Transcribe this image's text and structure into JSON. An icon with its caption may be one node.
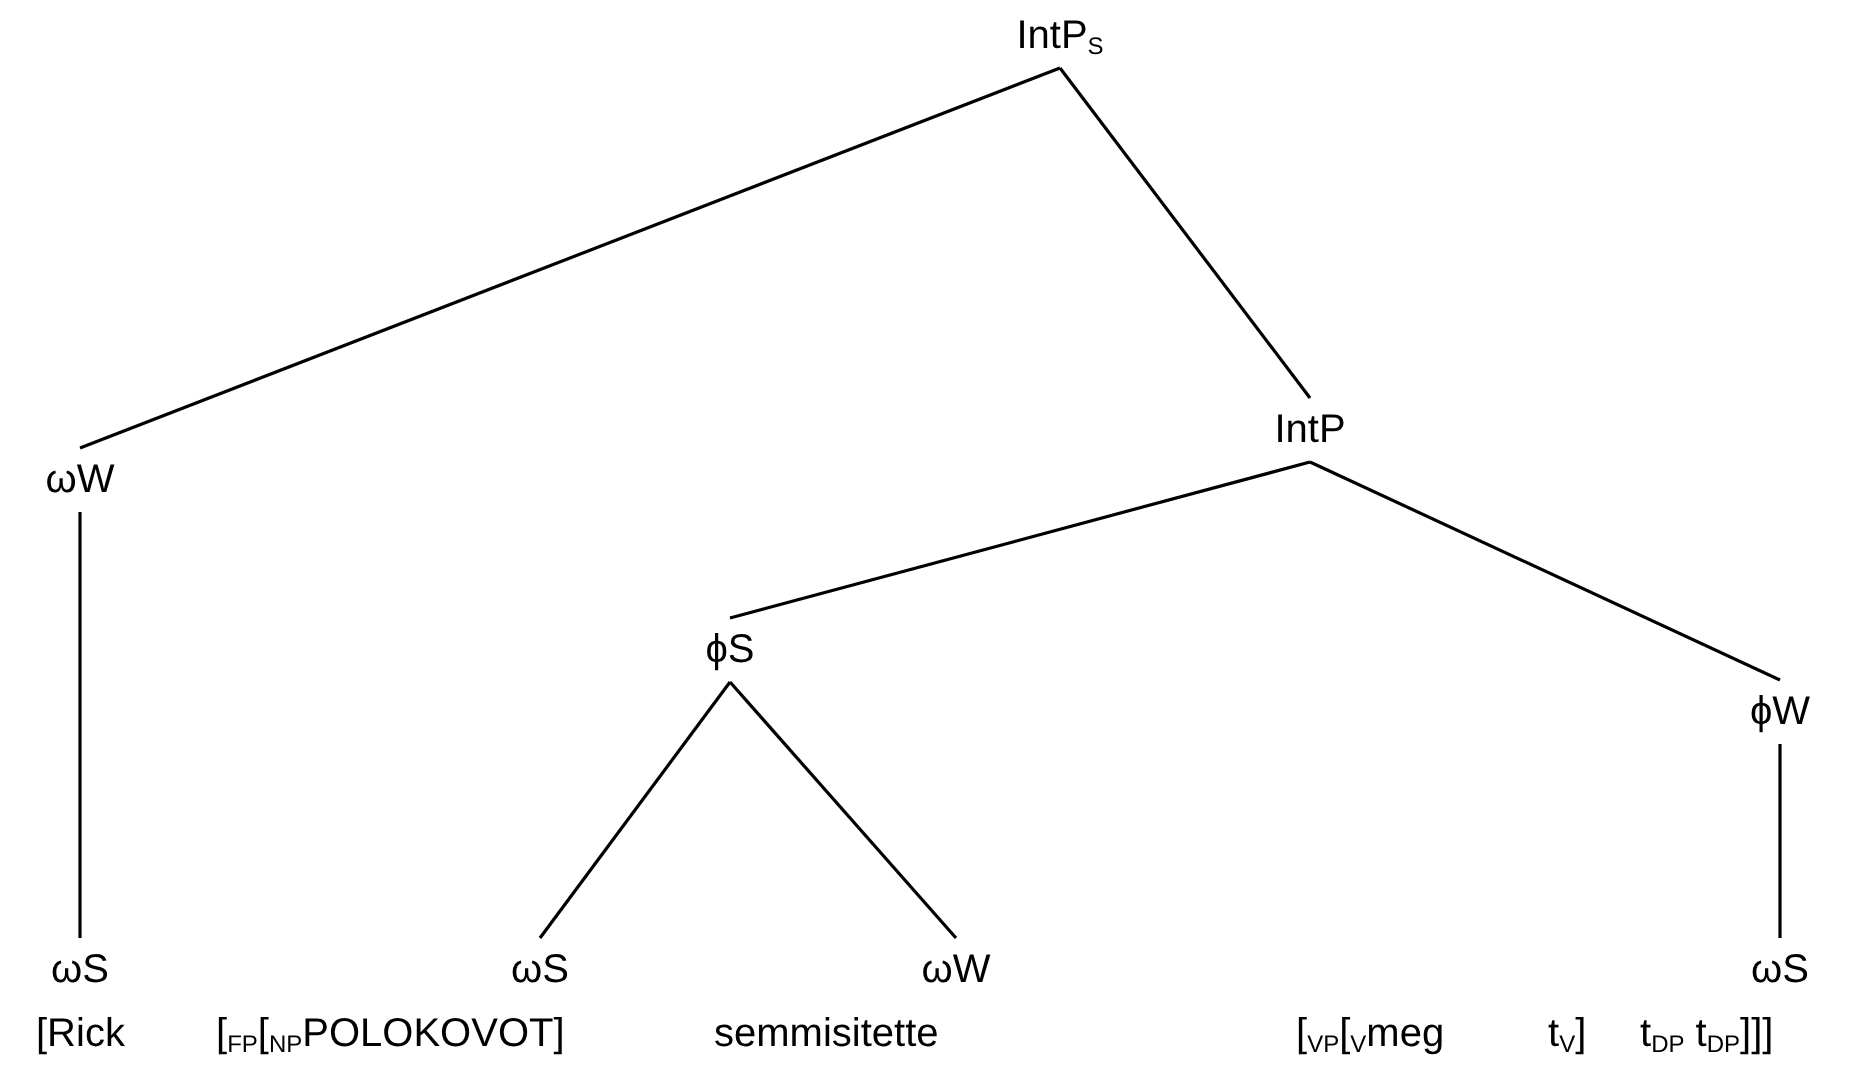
{
  "diagram": {
    "nodes": [
      {
        "text": [
          "IntP$_{S}$"
        ]
      },
      {
        "text": [
          "ωW"
        ]
      },
      {
        "text": [
          "IntP"
        ]
      },
      {
        "text": [
          "ϕS"
        ]
      },
      {
        "text": [
          "ϕW"
        ]
      },
      {
        "text": [
          "ωS"
        ]
      },
      {
        "text": [
          "ωS"
        ]
      },
      {
        "text": [
          "ωW"
        ]
      },
      {
        "text": [
          "ωS"
        ]
      }
    ],
    "edges": [
      {
        "from": 0,
        "to": 1,
        "arrow": "none"
      },
      {
        "from": 0,
        "to": 2,
        "arrow": "none"
      },
      {
        "from": 1,
        "to": 5,
        "arrow": "none"
      },
      {
        "from": 2,
        "to": 3,
        "arrow": "none"
      },
      {
        "from": 2,
        "to": 4,
        "arrow": "none"
      },
      {
        "from": 3,
        "to": 6,
        "arrow": "none"
      },
      {
        "from": 3,
        "to": 7,
        "arrow": "none"
      },
      {
        "from": 4,
        "to": 8,
        "arrow": "none"
      }
    ],
    "labels": [
      "[Rick",
      "[$_{FP}$[$_{NP}$POLOKOVOT]",
      "semmisitette",
      "[$_{VP}$[$_{V}$meg",
      "t$_{V}$]",
      "t$_{DP}$ t$_{DP}$]]]"
    ]
  }
}
